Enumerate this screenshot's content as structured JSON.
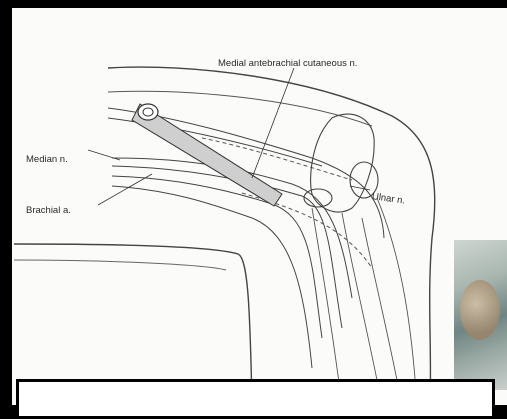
{
  "labels": {
    "medial_antebrachial": "Medial antebrachial cutaneous n.",
    "median": "Median n.",
    "brachial": "Brachial a.",
    "ulnar": "Ulnar n."
  },
  "caption": ""
}
